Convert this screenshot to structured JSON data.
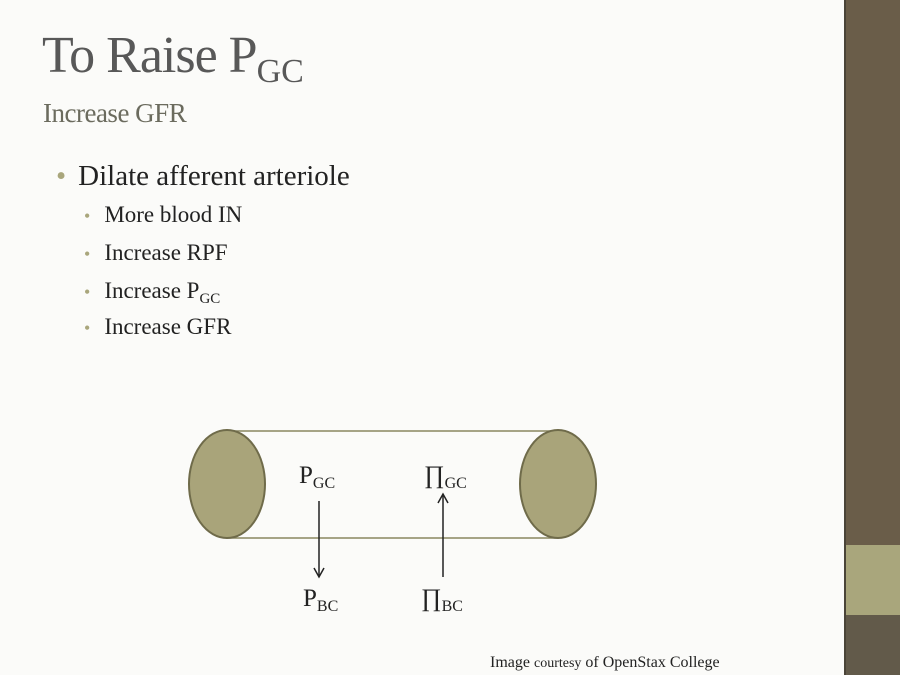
{
  "slide": {
    "title_main": "To Raise P",
    "title_sub": "GC",
    "subtitle": "Increase GFR",
    "bullet": "Dilate afferent arteriole",
    "sub_bullets": [
      {
        "text": "More blood IN",
        "sub": ""
      },
      {
        "text": "Increase RPF",
        "sub": ""
      },
      {
        "text": "Increase P",
        "sub": "GC"
      },
      {
        "text": "Increase GFR",
        "sub": ""
      }
    ],
    "diagram": {
      "p_gc": {
        "main": "P",
        "sub": "GC"
      },
      "pi_gc": {
        "main": "∏",
        "sub": "GC"
      },
      "p_bc": {
        "main": "P",
        "sub": "BC"
      },
      "pi_bc": {
        "main": "∏",
        "sub": "BC"
      }
    },
    "credit": {
      "a": "Image",
      "b": "courtesy",
      "c": "of OpenStax College"
    }
  },
  "colors": {
    "sidebar": "#6a5d49",
    "accent": "#a9a67c",
    "title": "#585858"
  }
}
